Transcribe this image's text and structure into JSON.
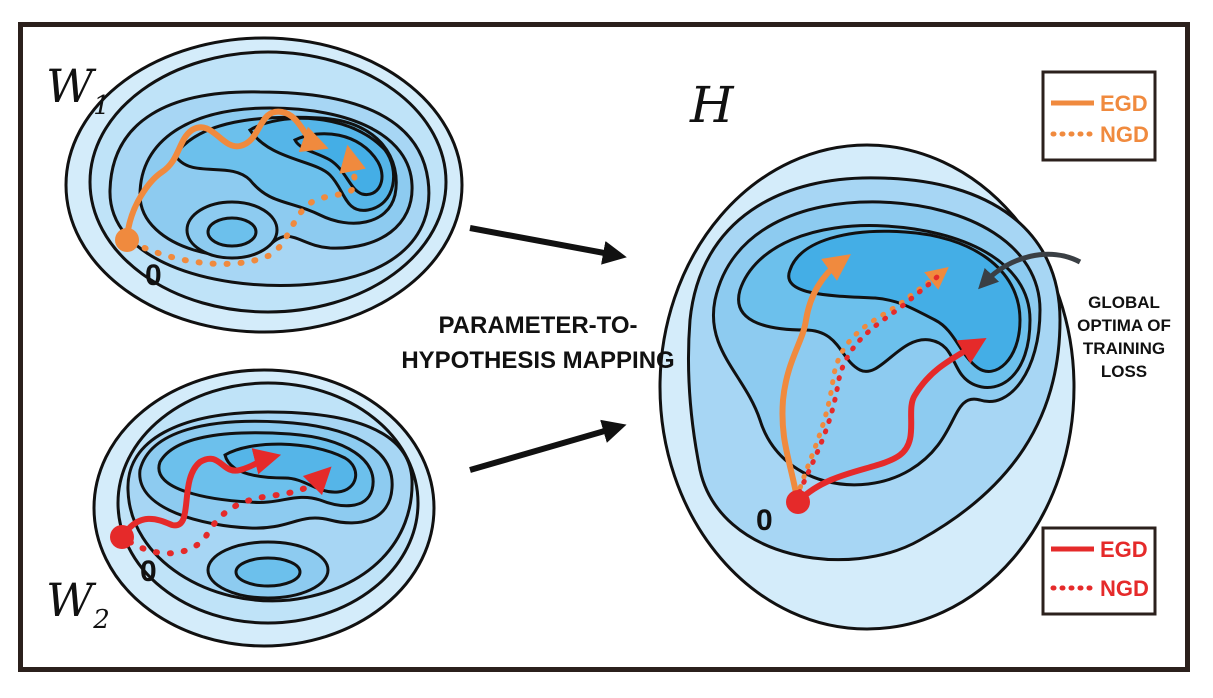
{
  "spaces": {
    "w1": {
      "name": "W",
      "sub": "1"
    },
    "w2": {
      "name": "W",
      "sub": "2"
    },
    "h": {
      "name": "H"
    }
  },
  "origin_label": "0",
  "mapping_label": {
    "line1": "PARAMETER-TO-",
    "line2": "HYPOTHESIS MAPPING"
  },
  "global_optima_label": [
    "GLOBAL",
    "OPTIMA OF",
    "TRAINING",
    "LOSS"
  ],
  "legend_orange": {
    "egd": "EGD",
    "ngd": "NGD",
    "color": "#f08a3e"
  },
  "legend_red": {
    "egd": "EGD",
    "ngd": "NGD",
    "color": "#e52a2a"
  },
  "colors": {
    "contour_light": "#d4ecfa",
    "contour_mid": "#a7d6f4",
    "contour_deep": "#6cc0ec",
    "contour_deepest": "#44aee6",
    "outline": "#111111",
    "frame": "#2b201c"
  }
}
